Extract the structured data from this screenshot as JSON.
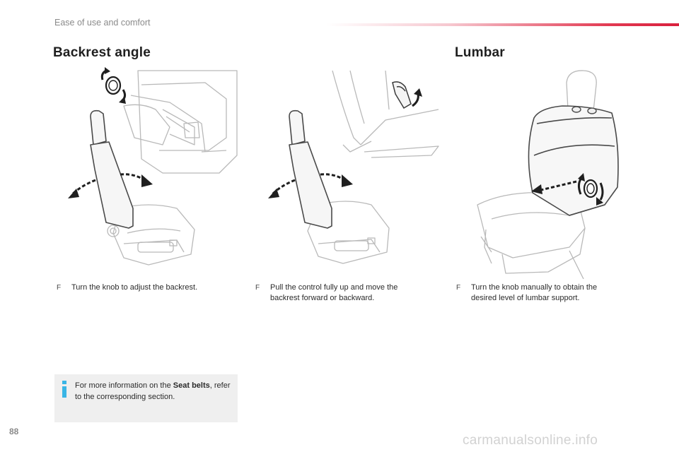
{
  "header": {
    "section_title": "Ease of use and comfort",
    "accent_color": "#e23a52"
  },
  "headings": {
    "backrest": "Backrest angle",
    "lumbar": "Lumbar"
  },
  "instructions": [
    {
      "marker": "F",
      "text": "Turn the knob to adjust the backrest."
    },
    {
      "marker": "F",
      "text": "Pull the control fully up and move the backrest forward or backward."
    },
    {
      "marker": "F",
      "text": "Turn the knob manually to obtain the desired level of lumbar support."
    }
  ],
  "info": {
    "icon": "info-icon",
    "icon_color": "#39b5e5",
    "text_before": "For more information on the ",
    "bold": "Seat belts",
    "text_after": ", refer to the corresponding section."
  },
  "footer": {
    "page_number": "88",
    "watermark": "carmanualsonline.info"
  }
}
